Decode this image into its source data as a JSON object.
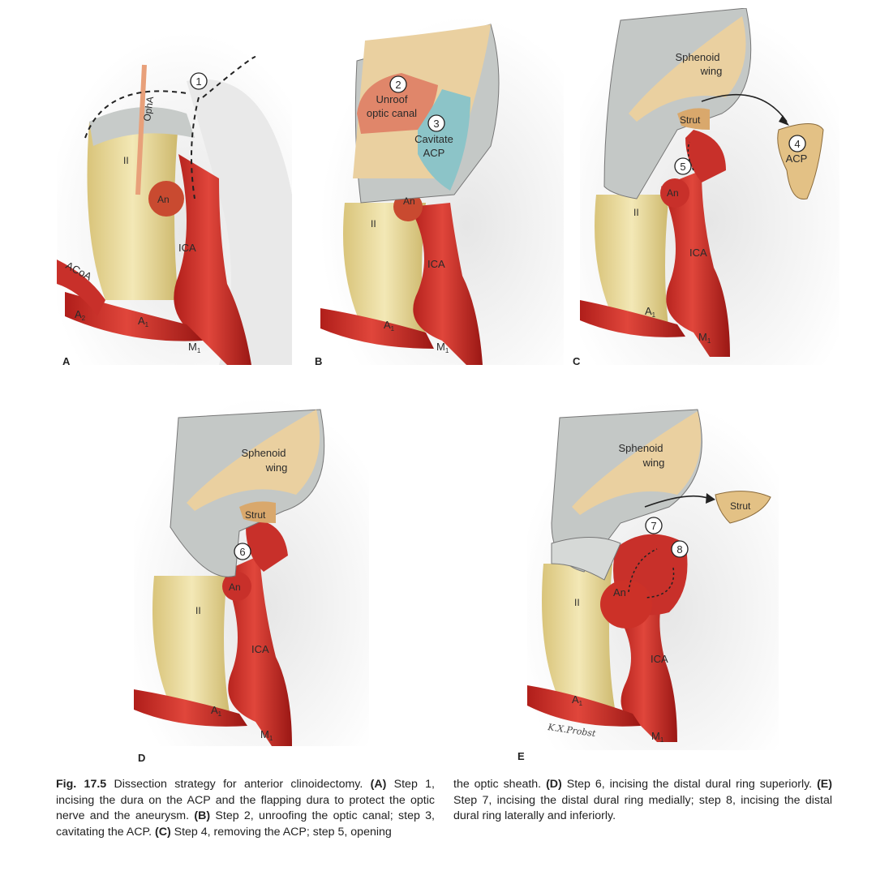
{
  "panels": {
    "A": {
      "letter": "A",
      "labels": {
        "step1": "1",
        "opha": "OphA",
        "ii": "II",
        "an": "An",
        "ica": "ICA",
        "acoa": "ACoA",
        "a2": "A",
        "a2_sub": "2",
        "a1": "A",
        "a1_sub": "1",
        "m1": "M",
        "m1_sub": "1"
      }
    },
    "B": {
      "letter": "B",
      "labels": {
        "step2": "2",
        "unroof1": "Unroof",
        "unroof2": "optic canal",
        "step3": "3",
        "cav1": "Cavitate",
        "cav2": "ACP",
        "ii": "II",
        "an": "An",
        "ica": "ICA",
        "a1": "A",
        "a1_sub": "1",
        "m1": "M",
        "m1_sub": "1"
      }
    },
    "C": {
      "letter": "C",
      "labels": {
        "sph1": "Sphenoid",
        "sph2": "wing",
        "strut": "Strut",
        "step4": "4",
        "acp": "ACP",
        "step5": "5",
        "ii": "II",
        "an": "An",
        "ica": "ICA",
        "a1": "A",
        "a1_sub": "1",
        "m1": "M",
        "m1_sub": "1"
      }
    },
    "D": {
      "letter": "D",
      "labels": {
        "sph1": "Sphenoid",
        "sph2": "wing",
        "strut": "Strut",
        "step6": "6",
        "ii": "II",
        "an": "An",
        "ica": "ICA",
        "a1": "A",
        "a1_sub": "1",
        "m1": "M",
        "m1_sub": "1"
      }
    },
    "E": {
      "letter": "E",
      "labels": {
        "sph1": "Sphenoid",
        "sph2": "wing",
        "strut": "Strut",
        "step7": "7",
        "step8": "8",
        "ii": "II",
        "an": "An",
        "ica": "ICA",
        "a1": "A",
        "a1_sub": "1",
        "m1": "M",
        "m1_sub": "1",
        "signature": "K.X.Probst"
      }
    }
  },
  "caption": {
    "fig": "Fig. 17.5",
    "title": " Dissection strategy for anterior clinoidectomy. ",
    "a_tag": "(A)",
    "a_text": " Step 1, incising the dura on the ACP and the flapping dura to protect the optic nerve and the aneurysm. ",
    "b_tag": "(B)",
    "b_text": " Step 2, unroofing the optic canal; step 3, cavitating the ACP. ",
    "c_tag": "(C)",
    "c_text": " Step 4, removing the ACP; step 5, opening",
    "c_cont": "the optic sheath. ",
    "d_tag": "(D)",
    "d_text": " Step 6, incising the distal dural ring superiorly. ",
    "e_tag": "(E)",
    "e_text": " Step 7, incising the distal dural ring medially; step 8, incising the distal dural ring laterally and inferiorly."
  },
  "colors": {
    "artery": "#d8372f",
    "nerve": "#ece0a4",
    "dura": "#c4c8c6",
    "bone": "#e8c690",
    "optic_canal": "#e08a66",
    "acp_cavity": "#8cc4c8"
  }
}
